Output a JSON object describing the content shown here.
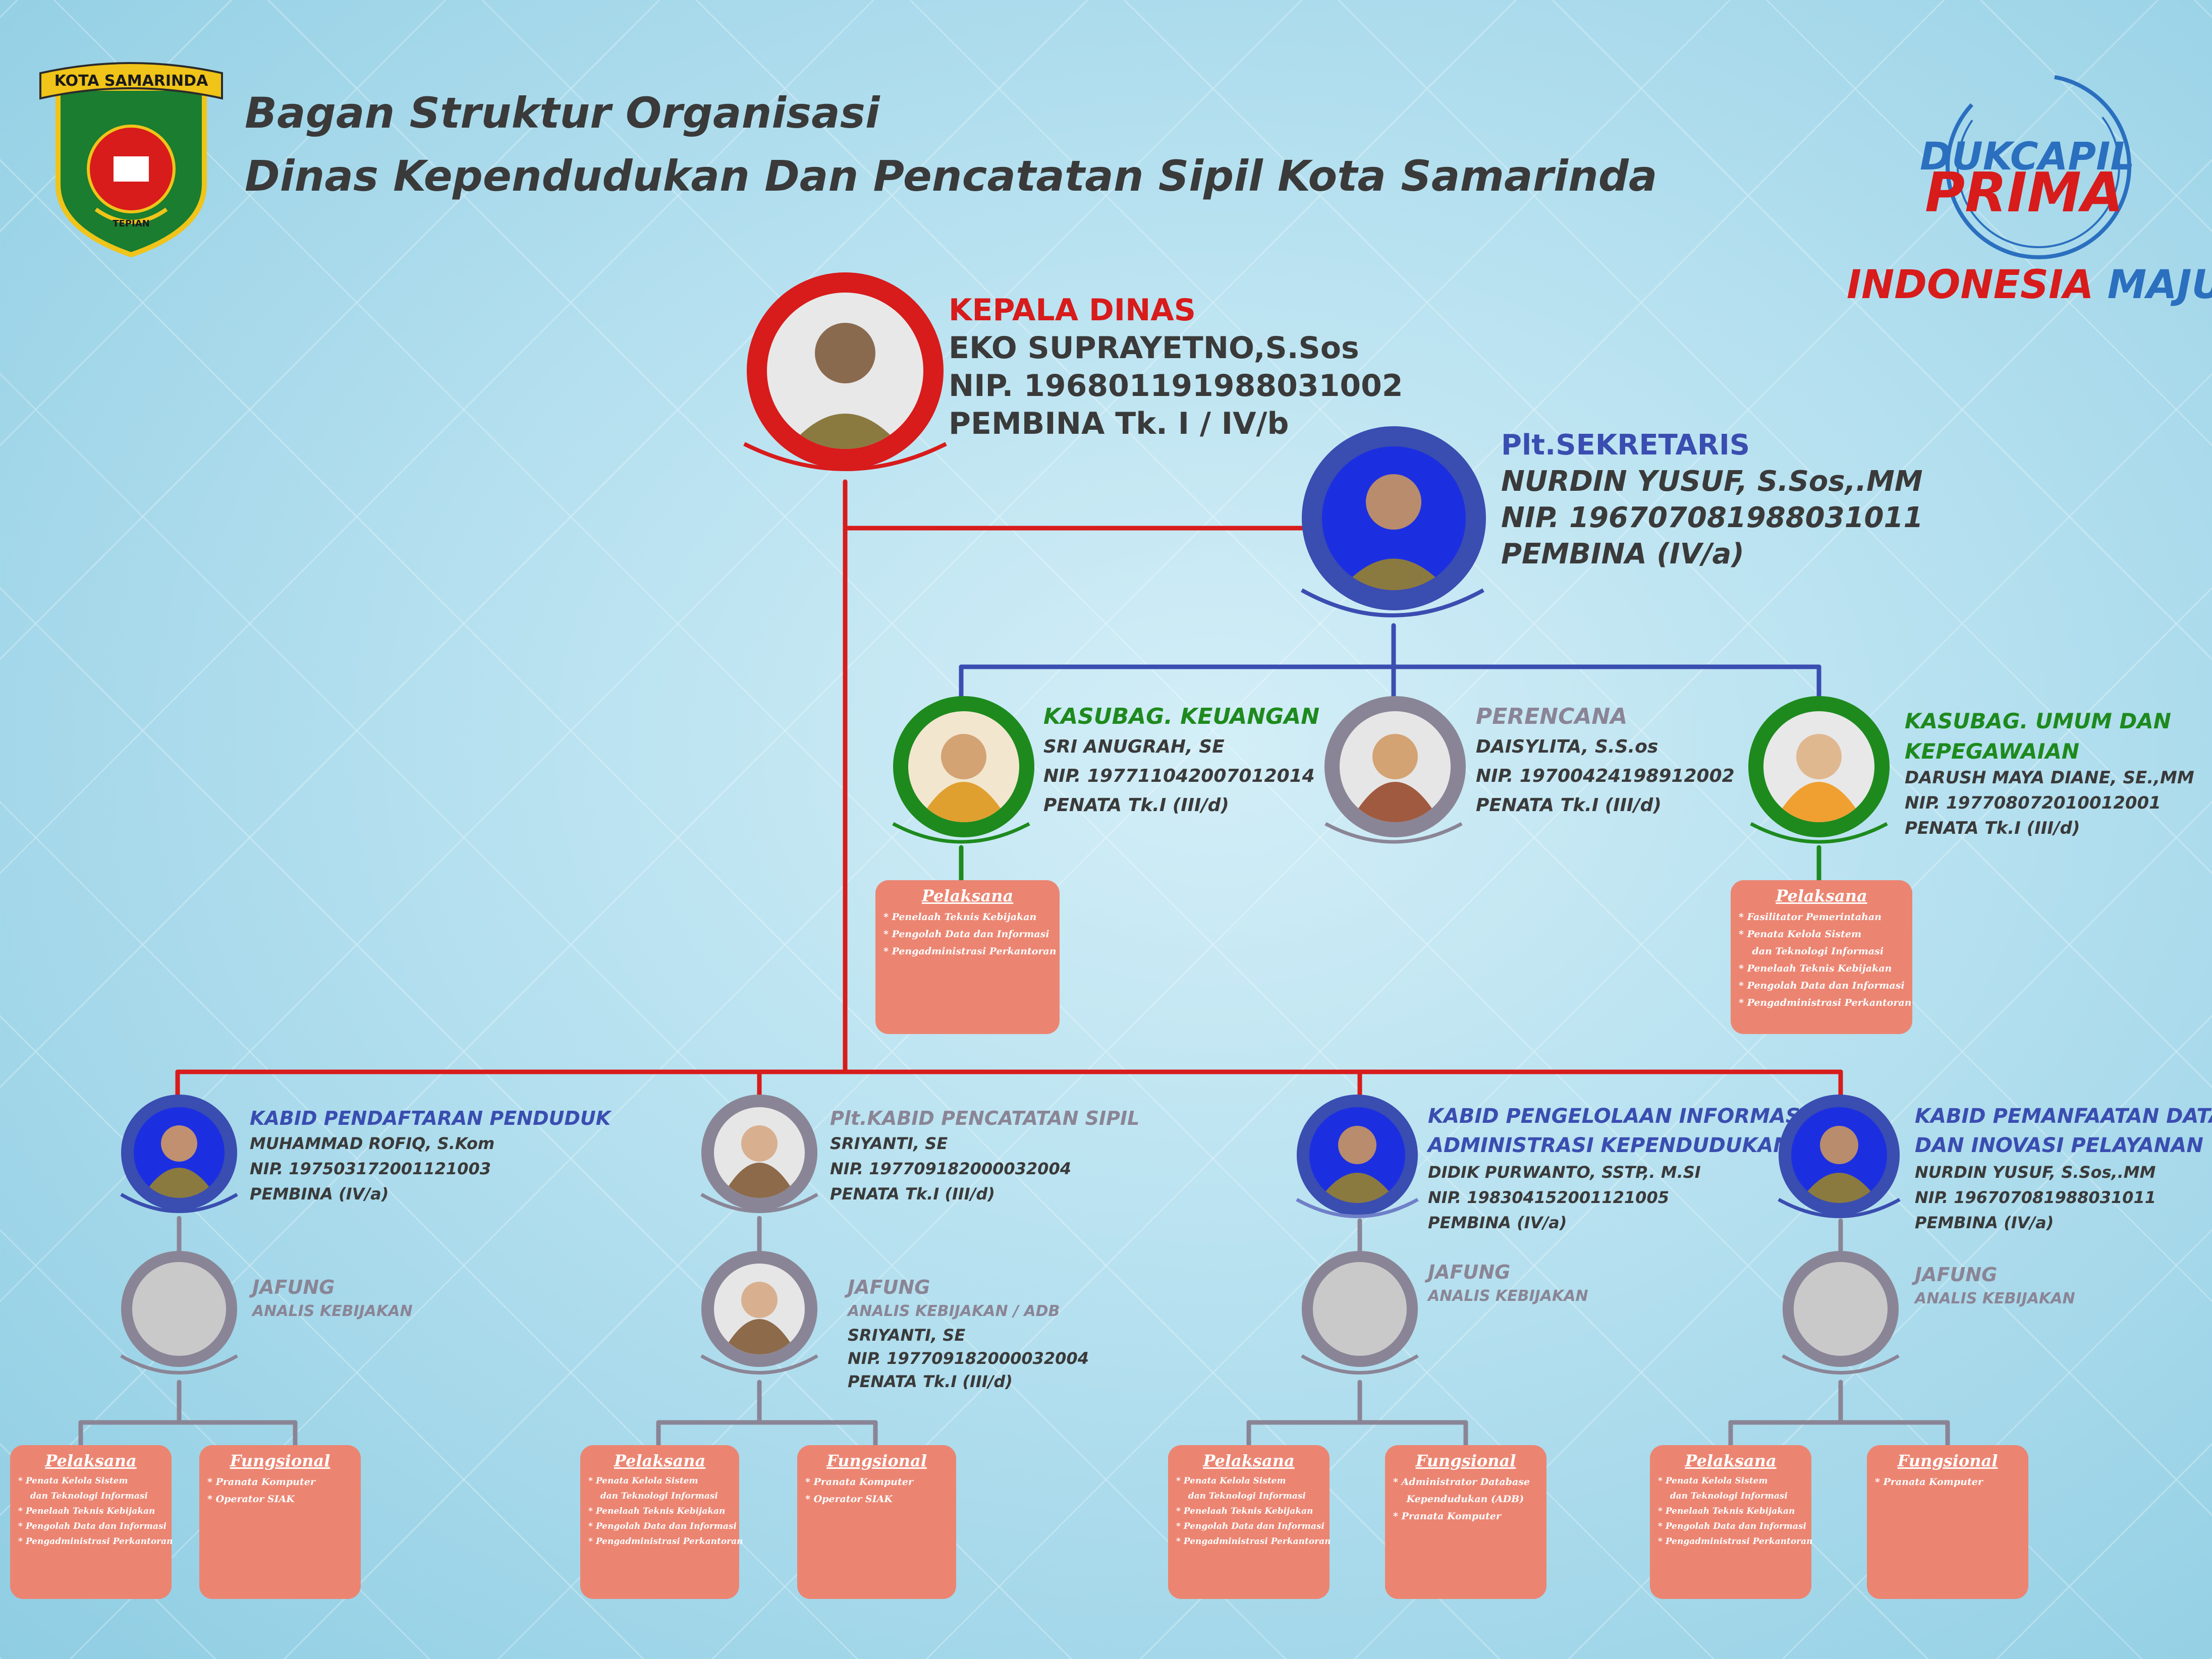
{
  "header": {
    "title_line1": "Bagan Struktur Organisasi",
    "title_line2": "Dinas Kependudukan Dan Pencatatan Sipil Kota Samarinda"
  },
  "logo_left": {
    "top_text": "KOTA SAMARINDA",
    "bottom_text": "TEPIAN"
  },
  "logo_right": {
    "line1": "DUKCAPIL",
    "line2": "PRIMA",
    "tagline_a": "INDONESIA",
    "tagline_b": "MAJU"
  },
  "colors": {
    "red": "#d81b1b",
    "blue": "#3a4db0",
    "green": "#1e8a1e",
    "grey": "#8a8596",
    "salmon": "#eb8572",
    "text_dark": "#3a3a3a"
  },
  "kepala": {
    "role": "KEPALA DINAS",
    "name": "EKO SUPRAYETNO,S.Sos",
    "nip": "NIP. 196801191988031002",
    "rank": "PEMBINA Tk. I / IV/b"
  },
  "sekretaris": {
    "role": "Plt.SEKRETARIS",
    "name": "NURDIN YUSUF, S.Sos,.MM",
    "nip": "NIP. 196707081988031011",
    "rank": "PEMBINA (IV/a)"
  },
  "keuangan": {
    "role": "KASUBAG. KEUANGAN",
    "name": "SRI ANUGRAH, SE",
    "nip": "NIP. 197711042007012014",
    "rank": "PENATA Tk.I (III/d)",
    "pelaksana_title": "Pelaksana",
    "pelaksana": [
      "Penelaah Teknis  Kebijakan",
      "Pengolah Data dan Informasi",
      "Pengadministrasi Perkantoran"
    ]
  },
  "perencana": {
    "role": "PERENCANA",
    "name": "DAISYLITA, S.S.os",
    "nip": "NIP. 19700424198912002",
    "rank": "PENATA Tk.I (III/d)"
  },
  "umum": {
    "role_line1": "KASUBAG. UMUM DAN",
    "role_line2": "KEPEGAWAIAN",
    "name": "DARUSH MAYA DIANE, SE.,MM",
    "nip": "NIP. 197708072010012001",
    "rank": "PENATA Tk.I (III/d)",
    "pelaksana_title": "Pelaksana",
    "pelaksana": [
      "Fasilitator Pemerintahan",
      "Penata Kelola Sistem",
      "dan Teknologi Informasi",
      "Penelaah Teknis Kebijakan",
      "Pengolah Data dan Informasi",
      "Pengadministrasi Perkantoran"
    ]
  },
  "kabid1": {
    "role": "KABID PENDAFTARAN PENDUDUK",
    "name": "MUHAMMAD ROFIQ, S.Kom",
    "nip": "NIP. 197503172001121003",
    "rank": "PEMBINA (IV/a)",
    "jafung": "JAFUNG",
    "jafung_sub": "ANALIS KEBIJAKAN",
    "pelaksana_title": "Pelaksana",
    "pelaksana": [
      "Penata Kelola Sistem",
      "dan Teknologi Informasi",
      "Penelaah Teknis Kebijakan",
      "Pengolah Data dan Informasi",
      "Pengadministrasi Perkantoran"
    ],
    "fungsional_title": "Fungsional",
    "fungsional": [
      "Pranata Komputer",
      "Operator SIAK"
    ]
  },
  "kabid2": {
    "role": "Plt.KABID PENCATATAN SIPIL",
    "name": "SRIYANTI, SE",
    "nip": "NIP. 197709182000032004",
    "rank": "PENATA Tk.I (III/d)",
    "jafung": "JAFUNG",
    "jafung_sub": "ANALIS KEBIJAKAN / ADB",
    "jafung_name": "SRIYANTI, SE",
    "jafung_nip": "NIP. 197709182000032004",
    "jafung_rank": "PENATA Tk.I (III/d)",
    "pelaksana_title": "Pelaksana",
    "pelaksana": [
      "Penata Kelola Sistem",
      "dan Teknologi Informasi",
      "Penelaah Teknis Kebijakan",
      "Pengolah Data dan Informasi",
      "Pengadministrasi Perkantoran"
    ],
    "fungsional_title": "Fungsional",
    "fungsional": [
      "Pranata Komputer",
      "Operator SIAK"
    ]
  },
  "kabid3": {
    "role_line1": "KABID PENGELOLAAN INFORMASI",
    "role_line2": "ADMINISTRASI KEPENDUDUKAN",
    "name": "DIDIK PURWANTO, SSTP,. M.SI",
    "nip": "NIP. 198304152001121005",
    "rank": "PEMBINA (IV/a)",
    "jafung": "JAFUNG",
    "jafung_sub": "ANALIS KEBIJAKAN",
    "pelaksana_title": "Pelaksana",
    "pelaksana": [
      "Penata Kelola Sistem",
      "dan Teknologi Informasi",
      "Penelaah Teknis Kebijakan",
      "Pengolah Data dan Informasi",
      "Pengadministrasi Perkantoran"
    ],
    "fungsional_title": "Fungsional",
    "fungsional": [
      "Administrator Database",
      "Kependudukan (ADB)",
      "Pranata Komputer"
    ]
  },
  "kabid4": {
    "role_line1": "KABID PEMANFAATAN DATA",
    "role_line2": "DAN INOVASI PELAYANAN",
    "name": "NURDIN YUSUF, S.Sos,.MM",
    "nip": "NIP. 196707081988031011",
    "rank": "PEMBINA (IV/a)",
    "jafung": "JAFUNG",
    "jafung_sub": "ANALIS KEBIJAKAN",
    "pelaksana_title": "Pelaksana",
    "pelaksana": [
      "Penata Kelola Sistem",
      "dan Teknologi Informasi",
      "Penelaah Teknis Kebijakan",
      "Pengolah Data dan Informasi",
      "Pengadministrasi Perkantoran"
    ],
    "fungsional_title": "Fungsional",
    "fungsional": [
      "Pranata Komputer"
    ]
  }
}
